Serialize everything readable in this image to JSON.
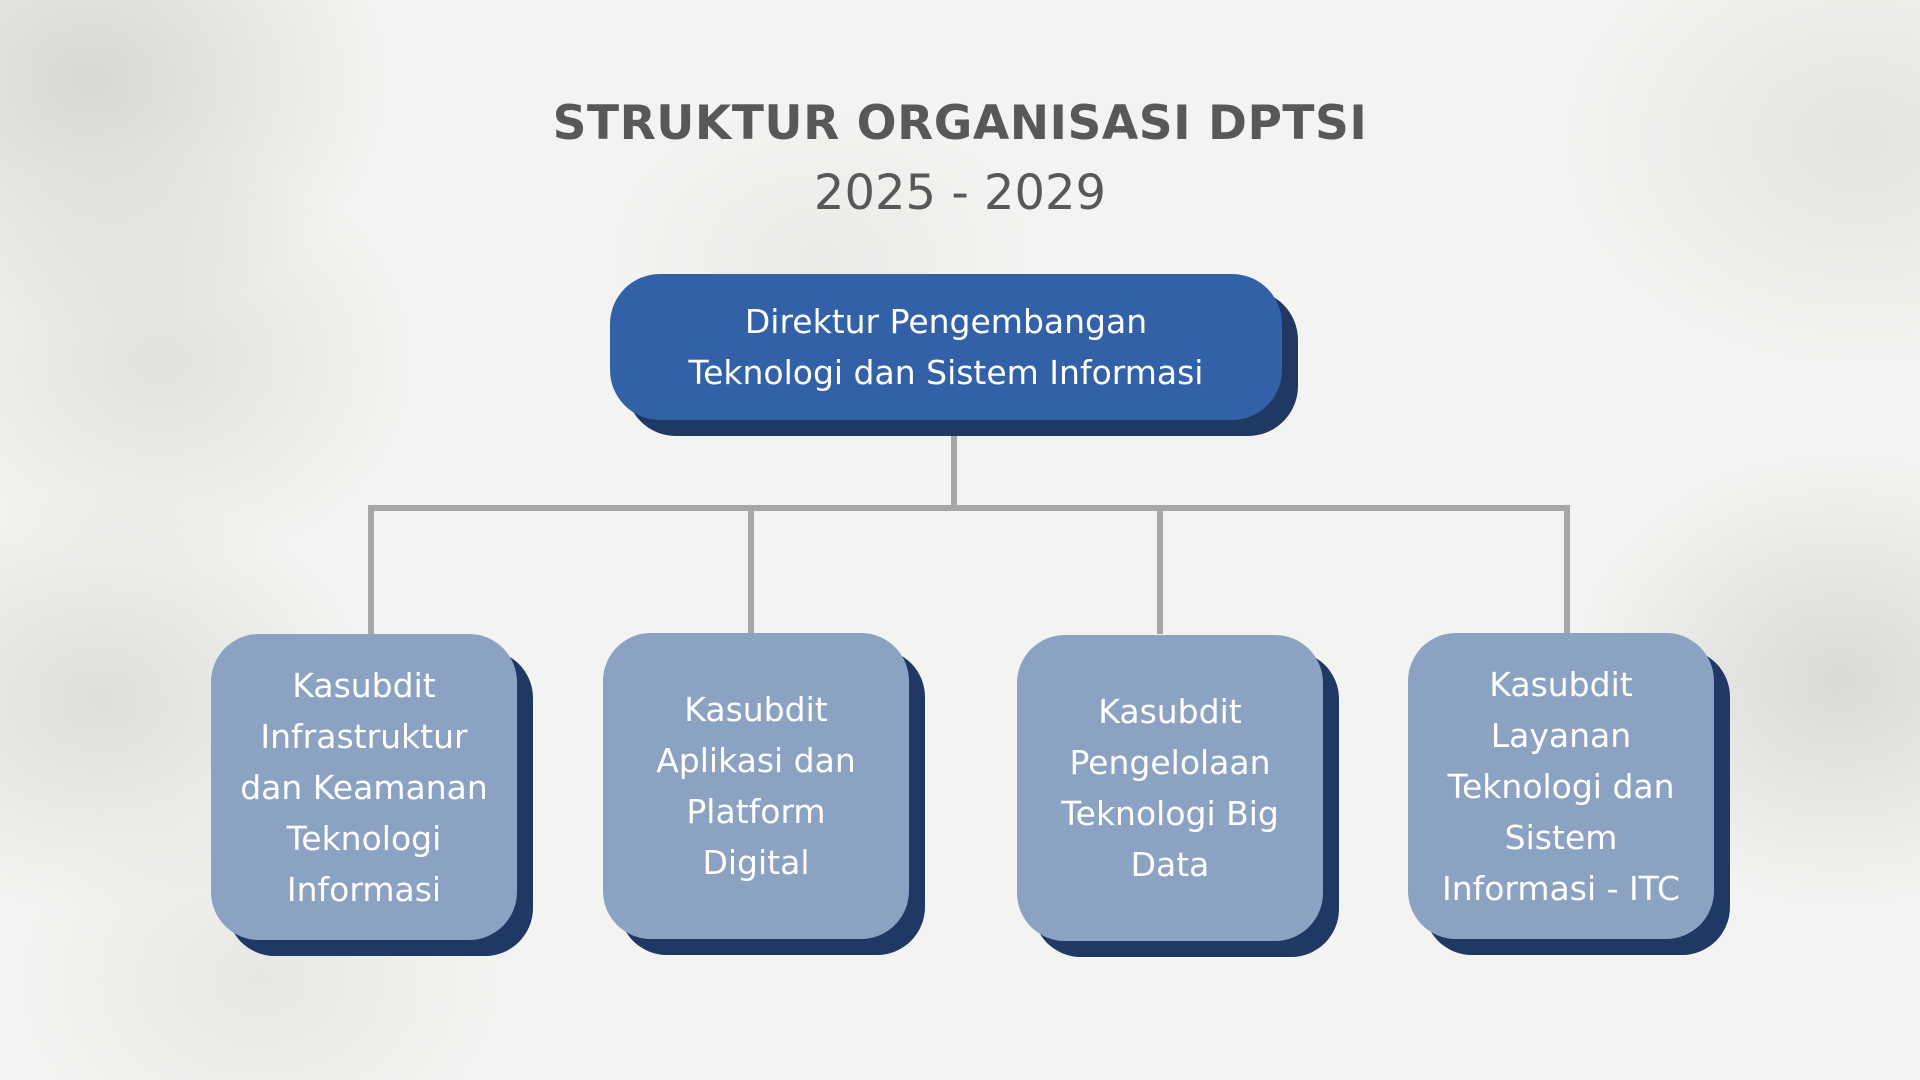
{
  "title": "STRUKTUR ORGANISASI DPTSI",
  "subtitle": "2025 - 2029",
  "colors": {
    "background": "#f3f3f1",
    "title_text": "#585858",
    "top_node_fill": "#3261a8",
    "child_node_fill": "#8ba2c3",
    "node_shadow": "#1f3864",
    "connector": "#a6a6a6",
    "node_text": "#ffffff"
  },
  "root": {
    "lines": [
      "Direktur Pengembangan",
      "Teknologi dan Sistem Informasi"
    ]
  },
  "children": [
    {
      "lines": [
        "Kasubdit",
        "Infrastruktur",
        "dan Keamanan",
        "Teknologi",
        "Informasi"
      ]
    },
    {
      "lines": [
        "Kasubdit",
        "Aplikasi dan",
        "Platform",
        "Digital"
      ]
    },
    {
      "lines": [
        "Kasubdit",
        "Pengelolaan",
        "Teknologi Big",
        "Data"
      ]
    },
    {
      "lines": [
        "Kasubdit",
        "Layanan",
        "Teknologi dan",
        "Sistem",
        "Informasi - ITC"
      ]
    }
  ]
}
